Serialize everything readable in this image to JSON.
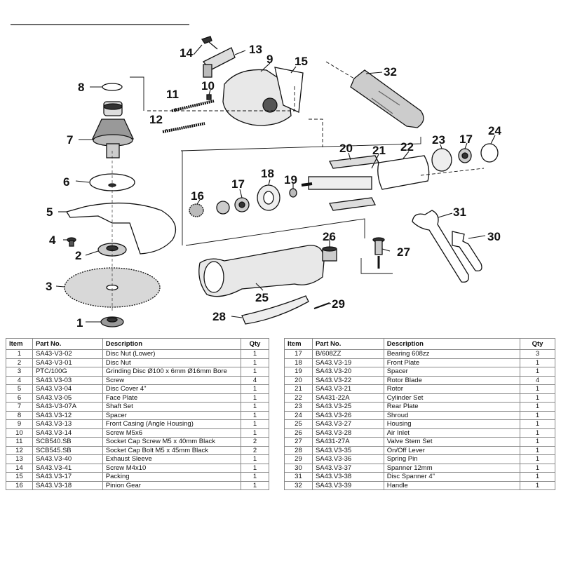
{
  "diagram": {
    "callouts": [
      "1",
      "2",
      "3",
      "4",
      "5",
      "6",
      "7",
      "8",
      "9",
      "10",
      "11",
      "12",
      "13",
      "14",
      "15",
      "16",
      "17",
      "17",
      "18",
      "19",
      "20",
      "21",
      "22",
      "23",
      "24",
      "25",
      "26",
      "27",
      "28",
      "29",
      "30",
      "31",
      "32"
    ]
  },
  "table_headers": {
    "item": "Item",
    "part_no": "Part No.",
    "description": "Description",
    "qty": "Qty"
  },
  "left_table": [
    {
      "item": "1",
      "part": "SA43-V3-02",
      "desc": "Disc Nut (Lower)",
      "qty": "1"
    },
    {
      "item": "2",
      "part": "SA43-V3-01",
      "desc": "Disc Nut",
      "qty": "1"
    },
    {
      "item": "3",
      "part": "PTC/100G",
      "desc": "Grinding Disc Ø100 x 6mm Ø16mm Bore",
      "qty": "1"
    },
    {
      "item": "4",
      "part": "SA43.V3-03",
      "desc": "Screw",
      "qty": "4"
    },
    {
      "item": "5",
      "part": "SA43.V3-04",
      "desc": "Disc Cover 4\"",
      "qty": "1"
    },
    {
      "item": "6",
      "part": "SA43.V3-05",
      "desc": "Face Plate",
      "qty": "1"
    },
    {
      "item": "7",
      "part": "SA43-V3-07A",
      "desc": "Shaft Set",
      "qty": "1"
    },
    {
      "item": "8",
      "part": "SA43.V3-12",
      "desc": "Spacer",
      "qty": "1"
    },
    {
      "item": "9",
      "part": "SA43.V3-13",
      "desc": "Front Casing (Angle Housing)",
      "qty": "1"
    },
    {
      "item": "10",
      "part": "SA43.V3-14",
      "desc": "Screw M5x6",
      "qty": "1"
    },
    {
      "item": "11",
      "part": "SCB540.SB",
      "desc": "Socket Cap Screw M5 x 40mm Black",
      "qty": "2"
    },
    {
      "item": "12",
      "part": "SCB545.SB",
      "desc": "Socket Cap Bolt M5 x 45mm Black",
      "qty": "2"
    },
    {
      "item": "13",
      "part": "SA43.V3-40",
      "desc": "Exhaust Sleeve",
      "qty": "1"
    },
    {
      "item": "14",
      "part": "SA43.V3-41",
      "desc": "Screw M4x10",
      "qty": "1"
    },
    {
      "item": "15",
      "part": "SA43.V3-17",
      "desc": "Packing",
      "qty": "1"
    },
    {
      "item": "16",
      "part": "SA43.V3-18",
      "desc": "Pinion Gear",
      "qty": "1"
    }
  ],
  "right_table": [
    {
      "item": "17",
      "part": "B/608ZZ",
      "desc": "Bearing 608zz",
      "qty": "3"
    },
    {
      "item": "18",
      "part": "SA43.V3-19",
      "desc": "Front Plate",
      "qty": "1"
    },
    {
      "item": "19",
      "part": "SA43.V3-20",
      "desc": "Spacer",
      "qty": "1"
    },
    {
      "item": "20",
      "part": "SA43.V3-22",
      "desc": "Rotor Blade",
      "qty": "4"
    },
    {
      "item": "21",
      "part": "SA43.V3-21",
      "desc": "Rotor",
      "qty": "1"
    },
    {
      "item": "22",
      "part": "SA431-22A",
      "desc": "Cylinder Set",
      "qty": "1"
    },
    {
      "item": "23",
      "part": "SA43.V3-25",
      "desc": "Rear Plate",
      "qty": "1"
    },
    {
      "item": "24",
      "part": "SA43.V3-26",
      "desc": "Shroud",
      "qty": "1"
    },
    {
      "item": "25",
      "part": "SA43.V3-27",
      "desc": "Housing",
      "qty": "1"
    },
    {
      "item": "26",
      "part": "SA43.V3-28",
      "desc": "Air Inlet",
      "qty": "1"
    },
    {
      "item": "27",
      "part": "SA431-27A",
      "desc": "Valve Stem Set",
      "qty": "1"
    },
    {
      "item": "28",
      "part": "SA43.V3-35",
      "desc": "On/Off Lever",
      "qty": "1"
    },
    {
      "item": "29",
      "part": "SA43.V3-36",
      "desc": "Spring Pin",
      "qty": "1"
    },
    {
      "item": "30",
      "part": "SA43.V3-37",
      "desc": "Spanner 12mm",
      "qty": "1"
    },
    {
      "item": "31",
      "part": "SA43.V3-38",
      "desc": "Disc Spanner 4\"",
      "qty": "1"
    },
    {
      "item": "32",
      "part": "SA43.V3-39",
      "desc": "Handle",
      "qty": "1"
    }
  ]
}
